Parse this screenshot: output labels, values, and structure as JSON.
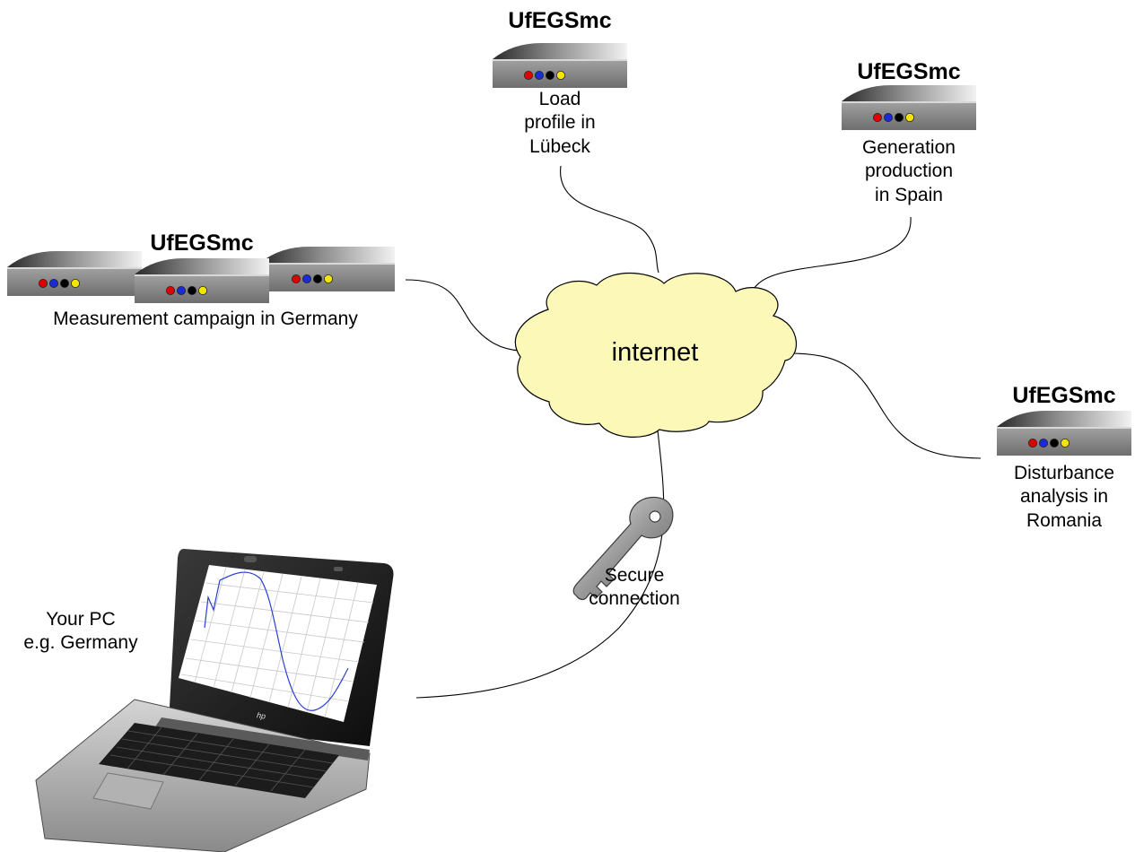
{
  "device_name": "UfEGSmc",
  "cloud_label": "internet",
  "nodes": {
    "lubeck": {
      "title": "UfEGSmc",
      "line1": "Load",
      "line2": "profile in",
      "line3": "Lübeck"
    },
    "spain": {
      "title": "UfEGSmc",
      "line1": "Generation",
      "line2": "production",
      "line3": "in Spain"
    },
    "germany": {
      "title": "UfEGSmc",
      "caption": "Measurement campaign in Germany"
    },
    "romania": {
      "title": "UfEGSmc",
      "line1": "Disturbance",
      "line2": "analysis in",
      "line3": "Romania"
    }
  },
  "pc": {
    "line1": "Your PC",
    "line2": "e.g. Germany",
    "logo": "hp"
  },
  "secure": {
    "line1": "Secure",
    "line2": "connection"
  },
  "colors": {
    "cloud_fill": "#fbf8b8",
    "device_body": "#8a8a8a",
    "led_colors": [
      "#e00000",
      "#1a2bd6",
      "#000000",
      "#f2e600"
    ],
    "waveform": "#2a3fd6"
  }
}
